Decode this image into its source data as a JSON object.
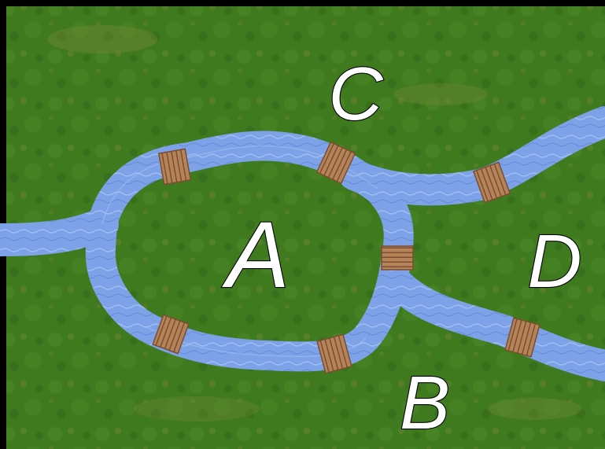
{
  "scene": {
    "description_labels": {
      "region_a": "A",
      "region_b": "B",
      "region_c": "C",
      "region_d": "D"
    },
    "bridge_count": 7,
    "colors": {
      "grass_dark": "#3f7a1f",
      "grass_light": "#5c9a2e",
      "grass_dry": "#7f8a3a",
      "water": "#7da2e8",
      "water_edge": "#a9c4f4",
      "water_shadow": "#5c80d0",
      "bridge_plank": "#b5835a",
      "bridge_dark": "#7a4e2e",
      "frame": "#000000",
      "label_fill": "#ffffff",
      "label_stroke": "#000000"
    }
  }
}
